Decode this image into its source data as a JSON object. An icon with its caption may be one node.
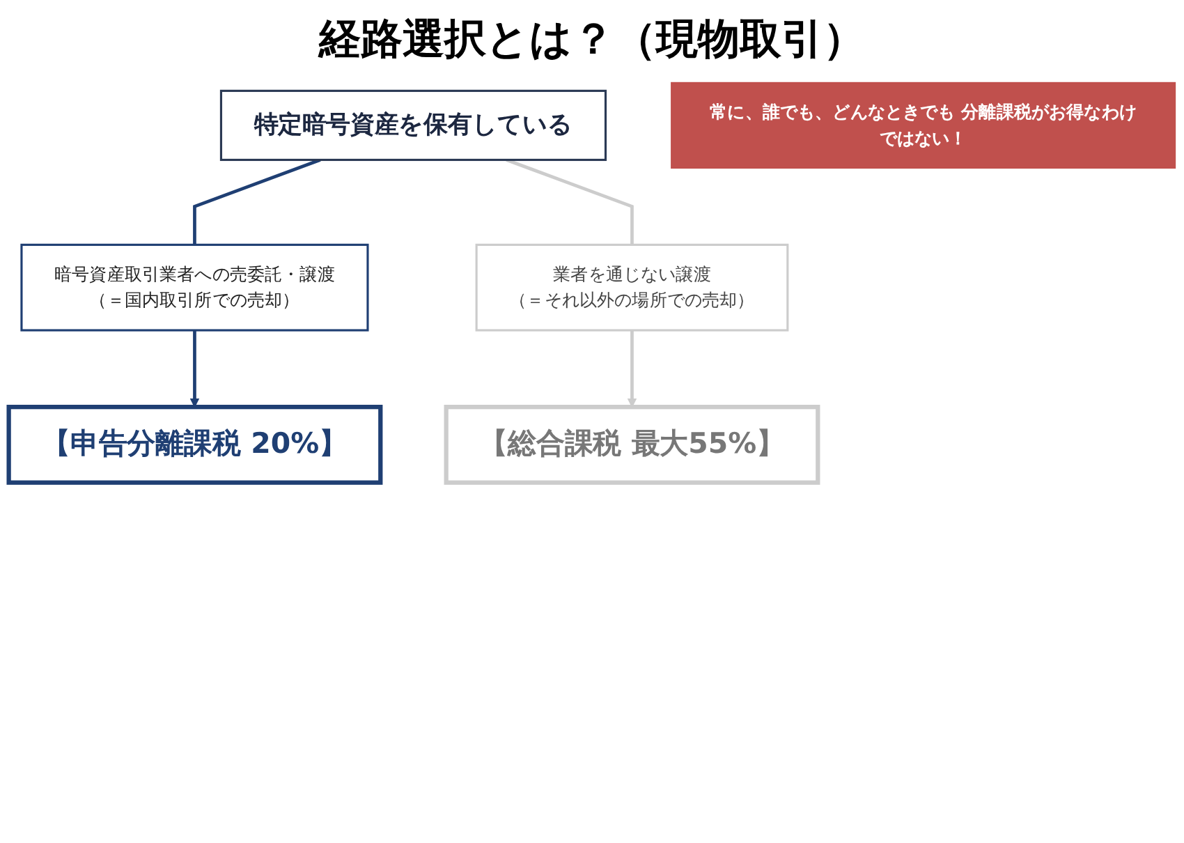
{
  "diagram": {
    "title": "経路選択とは？（現物取引）",
    "nodes": [
      {
        "text": [
          "特定暗号資産を保有している"
        ]
      },
      {
        "text": [
          "常に、誰でも、どんなときでも 分離課税がお得なわけではない！"
        ]
      },
      {
        "text": [
          "暗号資産取引業者への売委託・譲渡",
          "（＝国内取引所での売却）"
        ]
      },
      {
        "text": [
          "業者を通じない譲渡",
          "（＝それ以外の場所での売却）"
        ]
      },
      {
        "text": [
          "【申告分離課税 20%】"
        ]
      },
      {
        "text": [
          "【総合課税 最大55%】"
        ]
      }
    ],
    "edges": [
      {
        "from": 0,
        "to": 2,
        "arrow": "none"
      },
      {
        "from": 0,
        "to": 3,
        "arrow": "none",
        "color": "#cccccc"
      },
      {
        "from": 2,
        "to": 4,
        "arrow": "to"
      },
      {
        "from": 3,
        "to": 5,
        "arrow": "to",
        "color": "#cccccc"
      }
    ]
  }
}
